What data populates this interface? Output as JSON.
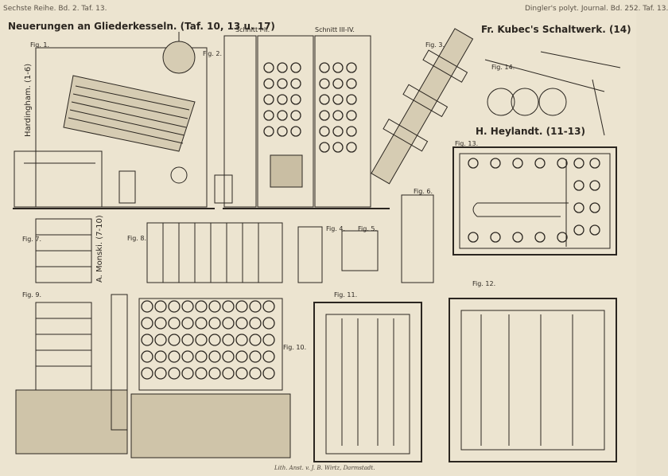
{
  "header": {
    "series": "Sechste Reihe. Bd. 2. Taf. 13.",
    "journal": "Dingler's polyt. Journal. Bd. 252. Taf. 13."
  },
  "titles": {
    "main": "Neuerungen an Gliederkesseln. (Taf. 10, 13 u. 17)",
    "kubec": "Fr. Kubec's Schaltwerk. (14)",
    "heylandt": "H. Heylandt. (11-13)",
    "hardingham": "Hardingham. (1-6)",
    "monski": "A. Monski. (7-10)"
  },
  "figures": {
    "fig1": "Fig. 1.",
    "fig2": "Fig. 2.",
    "fig3": "Fig. 3.",
    "fig4": "Fig. 4.",
    "fig5": "Fig. 5.",
    "fig6": "Fig. 6.",
    "fig7": "Fig. 7.",
    "fig8": "Fig. 8.",
    "fig9": "Fig. 9.",
    "fig10": "Fig. 10.",
    "fig11": "Fig. 11.",
    "fig12": "Fig. 12.",
    "fig13": "Fig. 13.",
    "fig14": "Fig. 14."
  },
  "sections": {
    "schnitt_1": "Schnitt I-II.",
    "schnitt_2": "Schnitt III-IV."
  },
  "imprint": "Lith. Anst. v. J. B. Wirtz, Darmstadt."
}
